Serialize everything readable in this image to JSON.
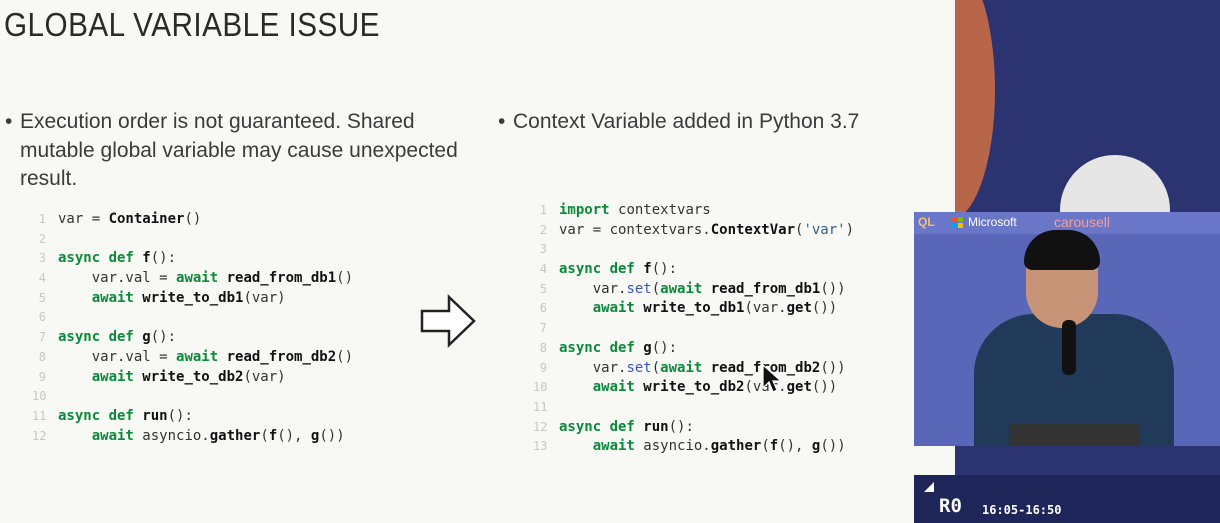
{
  "slide": {
    "title": "GLOBAL VARIABLE ISSUE",
    "bullet_left": "Execution order is not guaranteed. Shared mutable global variable may cause unexpected result.",
    "bullet_right": "Context Variable added in Python 3.7",
    "code_left": [
      {
        "n": "1",
        "segs": [
          {
            "t": "var = ",
            "c": "id"
          },
          {
            "t": "Container",
            "c": "fn"
          },
          {
            "t": "()",
            "c": "id"
          }
        ]
      },
      {
        "n": "2",
        "segs": []
      },
      {
        "n": "3",
        "segs": [
          {
            "t": "async def ",
            "c": "kw"
          },
          {
            "t": "f",
            "c": "fn"
          },
          {
            "t": "():",
            "c": "id"
          }
        ]
      },
      {
        "n": "4",
        "segs": [
          {
            "t": "    var.val = ",
            "c": "id"
          },
          {
            "t": "await ",
            "c": "kw"
          },
          {
            "t": "read_from_db1",
            "c": "fn"
          },
          {
            "t": "()",
            "c": "id"
          }
        ]
      },
      {
        "n": "5",
        "segs": [
          {
            "t": "    ",
            "c": "id"
          },
          {
            "t": "await ",
            "c": "kw"
          },
          {
            "t": "write_to_db1",
            "c": "fn"
          },
          {
            "t": "(var)",
            "c": "id"
          }
        ]
      },
      {
        "n": "6",
        "segs": []
      },
      {
        "n": "7",
        "segs": [
          {
            "t": "async def ",
            "c": "kw"
          },
          {
            "t": "g",
            "c": "fn"
          },
          {
            "t": "():",
            "c": "id"
          }
        ]
      },
      {
        "n": "8",
        "segs": [
          {
            "t": "    var.val = ",
            "c": "id"
          },
          {
            "t": "await ",
            "c": "kw"
          },
          {
            "t": "read_from_db2",
            "c": "fn"
          },
          {
            "t": "()",
            "c": "id"
          }
        ]
      },
      {
        "n": "9",
        "segs": [
          {
            "t": "    ",
            "c": "id"
          },
          {
            "t": "await ",
            "c": "kw"
          },
          {
            "t": "write_to_db2",
            "c": "fn"
          },
          {
            "t": "(var)",
            "c": "id"
          }
        ]
      },
      {
        "n": "10",
        "segs": []
      },
      {
        "n": "11",
        "segs": [
          {
            "t": "async def ",
            "c": "kw"
          },
          {
            "t": "run",
            "c": "fn"
          },
          {
            "t": "():",
            "c": "id"
          }
        ]
      },
      {
        "n": "12",
        "segs": [
          {
            "t": "    ",
            "c": "id"
          },
          {
            "t": "await ",
            "c": "kw"
          },
          {
            "t": "asyncio.",
            "c": "id"
          },
          {
            "t": "gather",
            "c": "fn"
          },
          {
            "t": "(",
            "c": "id"
          },
          {
            "t": "f",
            "c": "fn"
          },
          {
            "t": "(), ",
            "c": "id"
          },
          {
            "t": "g",
            "c": "fn"
          },
          {
            "t": "())",
            "c": "id"
          }
        ]
      }
    ],
    "code_right": [
      {
        "n": "1",
        "segs": [
          {
            "t": "import ",
            "c": "kw"
          },
          {
            "t": "contextvars",
            "c": "id"
          }
        ]
      },
      {
        "n": "2",
        "segs": [
          {
            "t": "var = contextvars.",
            "c": "id"
          },
          {
            "t": "ContextVar",
            "c": "fn"
          },
          {
            "t": "(",
            "c": "id"
          },
          {
            "t": "'var'",
            "c": "st"
          },
          {
            "t": ")",
            "c": "id"
          }
        ]
      },
      {
        "n": "3",
        "segs": []
      },
      {
        "n": "4",
        "segs": [
          {
            "t": "async def ",
            "c": "kw"
          },
          {
            "t": "f",
            "c": "fn"
          },
          {
            "t": "():",
            "c": "id"
          }
        ]
      },
      {
        "n": "5",
        "segs": [
          {
            "t": "    var.",
            "c": "id"
          },
          {
            "t": "set",
            "c": "mt"
          },
          {
            "t": "(",
            "c": "id"
          },
          {
            "t": "await ",
            "c": "kw"
          },
          {
            "t": "read_from_db1",
            "c": "fn"
          },
          {
            "t": "())",
            "c": "id"
          }
        ]
      },
      {
        "n": "6",
        "segs": [
          {
            "t": "    ",
            "c": "id"
          },
          {
            "t": "await ",
            "c": "kw"
          },
          {
            "t": "write_to_db1",
            "c": "fn"
          },
          {
            "t": "(var.",
            "c": "id"
          },
          {
            "t": "get",
            "c": "fn"
          },
          {
            "t": "())",
            "c": "id"
          }
        ]
      },
      {
        "n": "7",
        "segs": []
      },
      {
        "n": "8",
        "segs": [
          {
            "t": "async def ",
            "c": "kw"
          },
          {
            "t": "g",
            "c": "fn"
          },
          {
            "t": "():",
            "c": "id"
          }
        ]
      },
      {
        "n": "9",
        "segs": [
          {
            "t": "    var.",
            "c": "id"
          },
          {
            "t": "set",
            "c": "mt"
          },
          {
            "t": "(",
            "c": "id"
          },
          {
            "t": "await ",
            "c": "kw"
          },
          {
            "t": "read_from_db2",
            "c": "fn"
          },
          {
            "t": "())",
            "c": "id"
          }
        ]
      },
      {
        "n": "10",
        "segs": [
          {
            "t": "    ",
            "c": "id"
          },
          {
            "t": "await ",
            "c": "kw"
          },
          {
            "t": "write_to_db2",
            "c": "fn"
          },
          {
            "t": "(var.",
            "c": "id"
          },
          {
            "t": "get",
            "c": "fn"
          },
          {
            "t": "())",
            "c": "id"
          }
        ]
      },
      {
        "n": "11",
        "segs": []
      },
      {
        "n": "12",
        "segs": [
          {
            "t": "async def ",
            "c": "kw"
          },
          {
            "t": "run",
            "c": "fn"
          },
          {
            "t": "():",
            "c": "id"
          }
        ]
      },
      {
        "n": "13",
        "segs": [
          {
            "t": "    ",
            "c": "id"
          },
          {
            "t": "await ",
            "c": "kw"
          },
          {
            "t": "asyncio.",
            "c": "id"
          },
          {
            "t": "gather",
            "c": "fn"
          },
          {
            "t": "(",
            "c": "id"
          },
          {
            "t": "f",
            "c": "fn"
          },
          {
            "t": "(), ",
            "c": "id"
          },
          {
            "t": "g",
            "c": "fn"
          },
          {
            "t": "())",
            "c": "id"
          }
        ]
      }
    ]
  },
  "video": {
    "sponsors": [
      "QL",
      "Microsoft",
      "carousell"
    ]
  },
  "room": {
    "code": "R0",
    "time": "16:05-16:50"
  },
  "icons": {
    "arrow": "right-arrow-outline-icon",
    "cursor": "mouse-pointer-icon",
    "corner": "corner-triangle-icon"
  },
  "colors": {
    "keyword": "#0a8a3a",
    "stage_bg": "#2b3370",
    "accent_orange": "#b8664a"
  }
}
